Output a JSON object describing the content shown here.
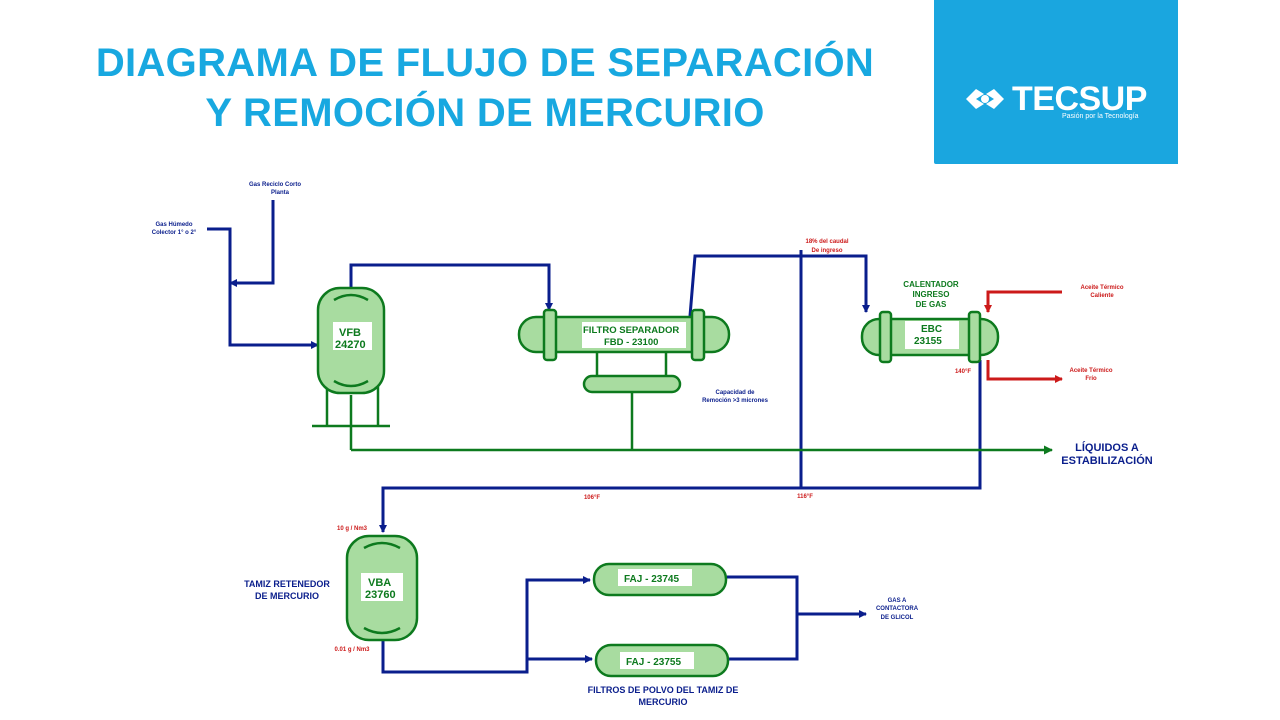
{
  "header": {
    "title_line1": "DIAGRAMA DE FLUJO DE SEPARACIÓN",
    "title_line2": "Y REMOCIÓN DE MERCURIO"
  },
  "logo": {
    "brand": "TECSUP",
    "tagline": "Pasión por la Tecnología",
    "icon": "tecsup-logo-icon",
    "background": "#1aa6df"
  },
  "colors": {
    "title": "#18a8e0",
    "gas_line": "#0a1e8c",
    "liquid_line": "#0d7a1e",
    "hot_oil_line": "#cc1a1a",
    "equipment_fill": "#a8dca0",
    "label_red": "#cc1a1a",
    "label_blue": "#0a1e8c",
    "label_green": "#0d7a1e"
  },
  "equipment": {
    "vfb": {
      "line1": "VFB",
      "line2": "24270"
    },
    "filtro": {
      "line1": "FILTRO SEPARADOR",
      "line2": "FBD - 23100"
    },
    "ebc": {
      "line1": "EBC",
      "line2": "23155"
    },
    "vba": {
      "line1": "VBA",
      "line2": "23760"
    },
    "faj1": {
      "label": "FAJ - 23745"
    },
    "faj2": {
      "label": "FAJ - 23755"
    }
  },
  "labels": {
    "gas_reciclo_1": "Gas Reciclo Corto",
    "gas_reciclo_2": "Planta",
    "gas_humedo_1": "Gas Húmedo",
    "gas_humedo_2": "Colector 1° o 2°",
    "caudal_1": "18% del caudal",
    "caudal_2": "De ingreso",
    "calentador_1": "CALENTADOR",
    "calentador_2": "INGRESO",
    "calentador_3": "DE GAS",
    "aceite_caliente_1": "Aceite Térmico",
    "aceite_caliente_2": "Caliente",
    "aceite_frio_1": "Aceite Térmico",
    "aceite_frio_2": "Frío",
    "capacidad_1": "Capacidad de",
    "capacidad_2": "Remoción >3 micrones",
    "temp_140": "140°F",
    "temp_106": "106°F",
    "temp_116": "116°F",
    "liquidos_1": "LÍQUIDOS A",
    "liquidos_2": "ESTABILIZACIÓN",
    "conc_in": "10 g / Nm3",
    "conc_out": "0.01 g / Nm3",
    "tamiz_1": "TAMIZ RETENEDOR",
    "tamiz_2": "DE MERCURIO",
    "gas_contactora_1": "GAS A",
    "gas_contactora_2": "CONTACTORA",
    "gas_contactora_3": "DE GLICOL",
    "filtros_polvo_1": "FILTROS DE POLVO DEL TAMIZ DE",
    "filtros_polvo_2": "MERCURIO"
  }
}
